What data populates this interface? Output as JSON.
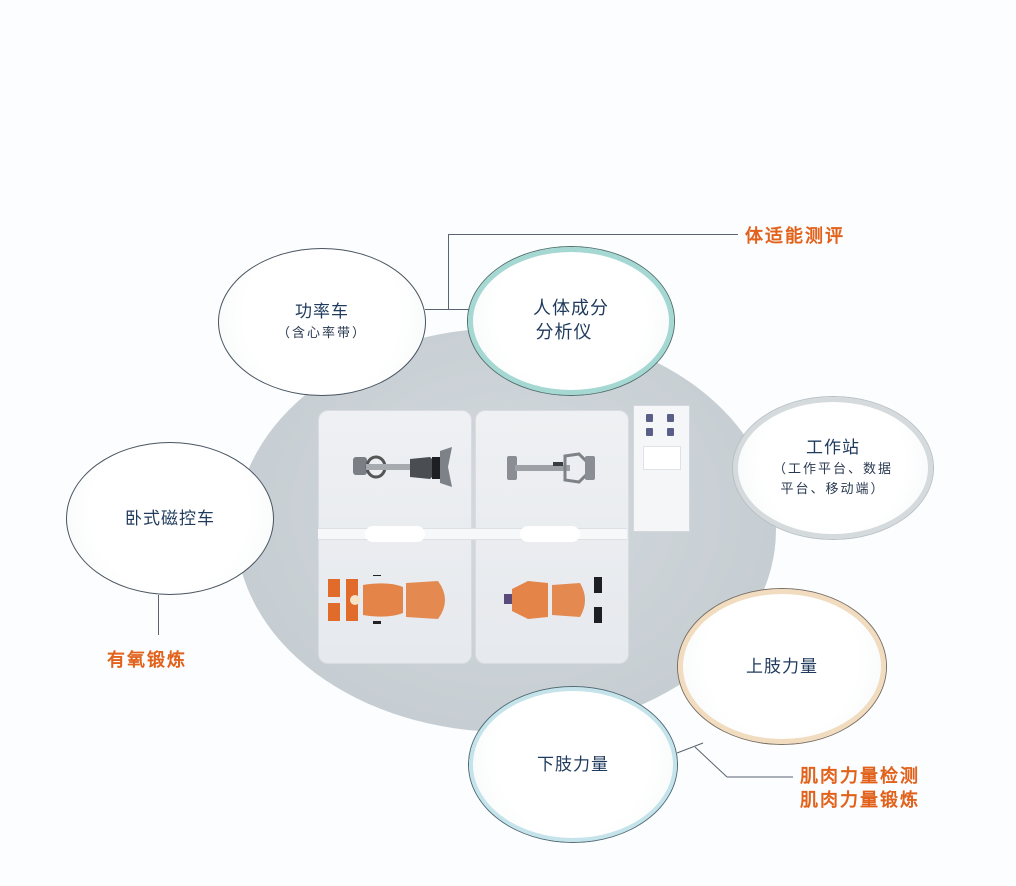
{
  "diagram": {
    "categories": {
      "fitness_assessment": "体适能测评",
      "aerobic_training": "有氧锻炼",
      "muscle_strength": [
        "肌肉力量检测",
        "肌肉力量锻炼"
      ]
    },
    "nodes": {
      "power_bike": {
        "title": "功率车",
        "subtitle": "（含心率带）"
      },
      "body_composition": {
        "title_line1": "人体成分",
        "title_line2": "分析仪"
      },
      "recumbent_bike": {
        "title": "卧式磁控车"
      },
      "workstation": {
        "title": "工作站",
        "subtitle_line1": "（工作平台、数据",
        "subtitle_line2": "平台、移动端）"
      },
      "upper_limb": {
        "title": "上肢力量"
      },
      "lower_limb": {
        "title": "下肢力量"
      }
    },
    "colors": {
      "accent_orange": "#e2621c",
      "node_text": "#1f3a5c",
      "floor_gray": "#c7ced3",
      "teal_ring": "#9fd3cf",
      "peach_ring": "#f1d8b8",
      "light_blue_ring": "#bcdfe6"
    }
  }
}
